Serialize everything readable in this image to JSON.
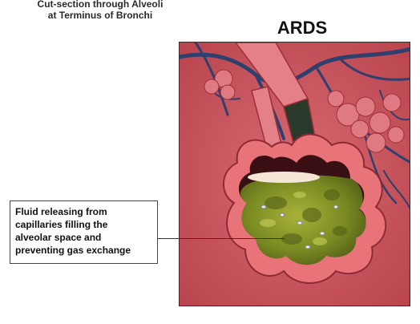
{
  "caption": {
    "line1": "Cut-section through Alveoli",
    "line2": "at Terminus of Bronchi"
  },
  "panel_title": "ARDS",
  "callout": {
    "lines": [
      "Fluid releasing from",
      "capillaries filling the",
      "alveolar space and",
      "preventing gas exchange"
    ]
  },
  "colors": {
    "tissue": "#c95b63",
    "vessel": "#2f3f6e",
    "alveolar_wall": "#e8747a",
    "fluid": "#8a9a2a",
    "air_space": "#3a0f14"
  }
}
